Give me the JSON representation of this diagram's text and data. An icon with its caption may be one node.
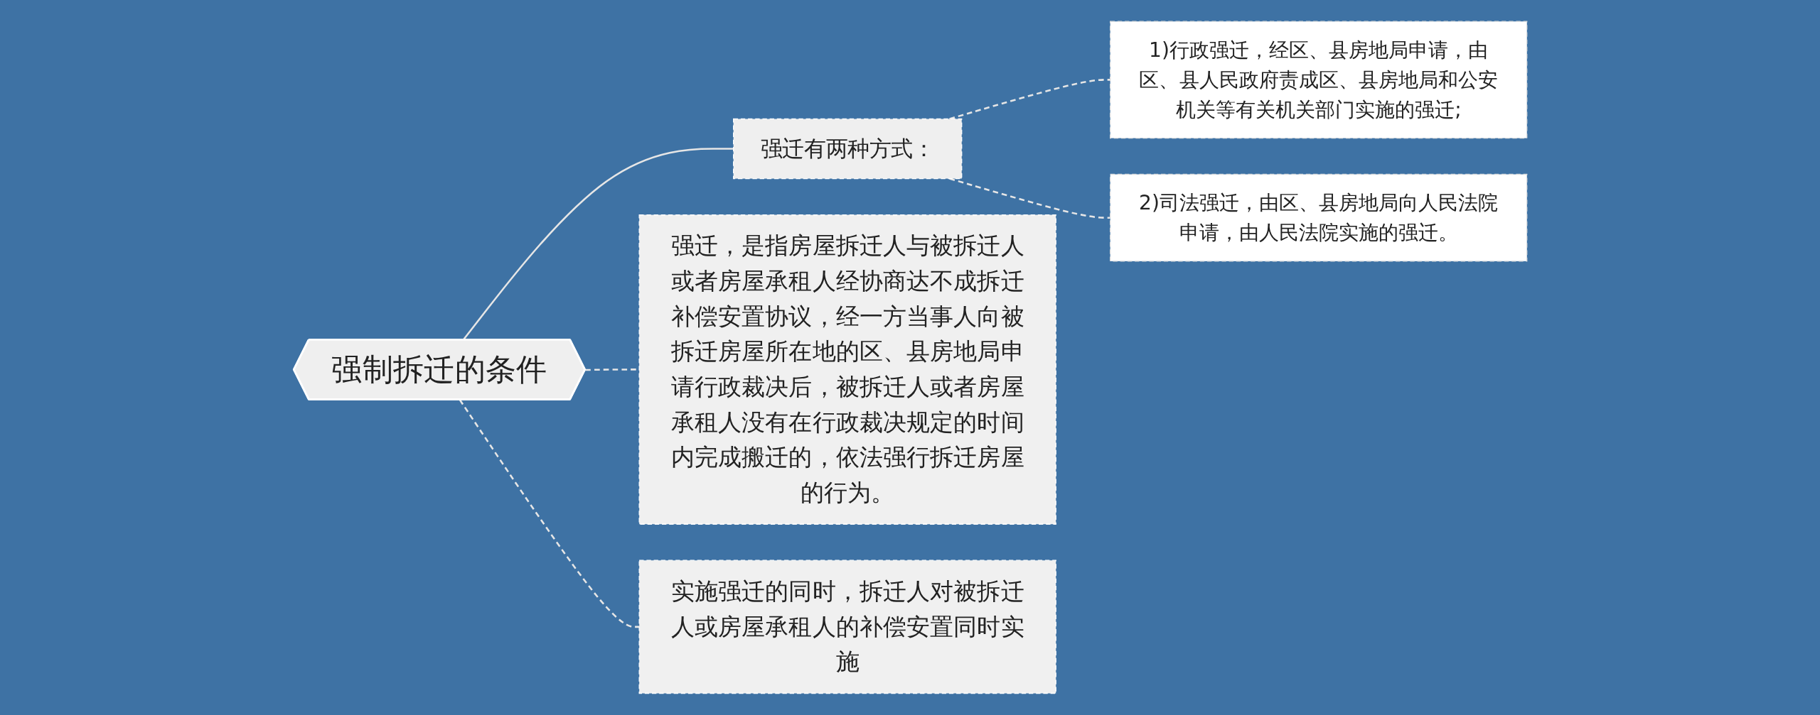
{
  "diagram": {
    "nodes": [
      {
        "text": [
          "强制拆迁的条件"
        ]
      },
      {
        "text": [
          "强迁有两种方式："
        ]
      },
      {
        "text": [
          "1)行政强迁，经区、县房地局申请，由区、县人民政府责成区、县房地局和公安机关等有关机关部门实施的强迁;"
        ]
      },
      {
        "text": [
          "2)司法强迁，由区、县房地局向人民法院申请，由人民法院实施的强迁。"
        ]
      },
      {
        "text": [
          "强迁，是指房屋拆迁人与被拆迁人或者房屋承租人经协商达不成拆迁补偿安置协议，经一方当事人向被拆迁房屋所在地的区、县房地局申请行政裁决后，被拆迁人或者房屋承租人没有在行政裁决规定的时间内完成搬迁的，依法强行拆迁房屋的行为。"
        ]
      },
      {
        "text": [
          "实施强迁的同时，拆迁人对被拆迁人或房屋承租人的补偿安置同时实施"
        ]
      }
    ],
    "edges": [
      {
        "from": 0,
        "to": 1,
        "arrow": "none"
      },
      {
        "from": 1,
        "to": 2,
        "arrow": "none",
        "style": "dashed"
      },
      {
        "from": 1,
        "to": 3,
        "arrow": "none",
        "style": "dashed"
      },
      {
        "from": 0,
        "to": 4,
        "arrow": "none",
        "style": "dashed"
      },
      {
        "from": 0,
        "to": 5,
        "arrow": "none",
        "style": "dashed"
      }
    ]
  }
}
